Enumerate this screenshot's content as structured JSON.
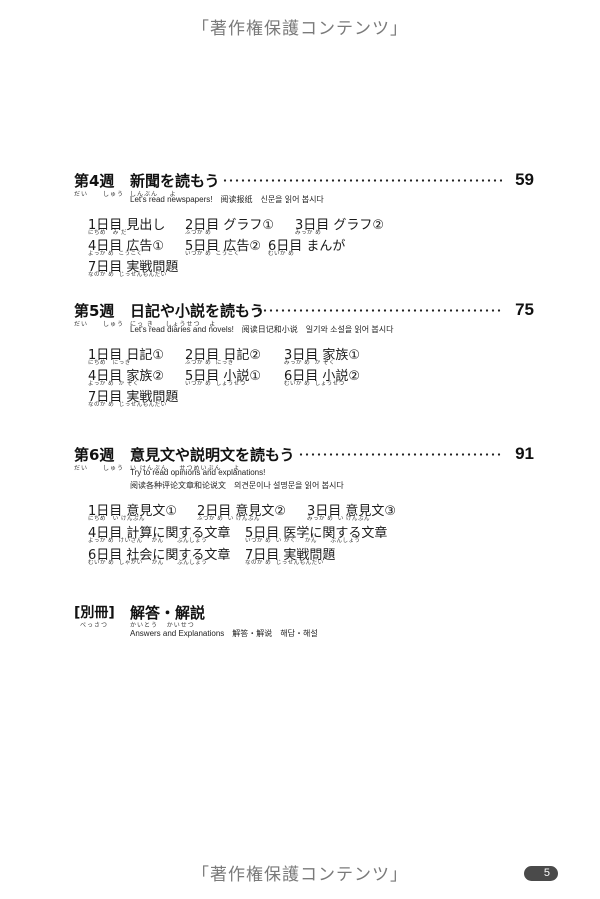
{
  "watermark": "「著作権保護コンテンツ」",
  "page_number": "5",
  "weeks": [
    {
      "label": "第4週",
      "label_ruby": [
        "だい",
        "しゅう"
      ],
      "title": "新聞を読もう",
      "title_ruby": "しんぶん    よ",
      "page": "59",
      "subtitle_lines": [
        "Let's read newspapers!　阅读报纸　신문을 읽어 봅시다"
      ],
      "days": [
        {
          "label": "1日目 見出し",
          "ruby": "にちめ   み だ"
        },
        {
          "label": "2日目 グラフ①",
          "ruby": "ふつか め"
        },
        {
          "label": "3日目 グラフ②",
          "ruby": "みっか め"
        },
        {
          "label": "4日目 広告①",
          "ruby": "よっか め  こうこく"
        },
        {
          "label": "5日目 広告②",
          "ruby": "いつか め  こうこく"
        },
        {
          "label": "6日目 まんが",
          "ruby": "むいか め"
        },
        {
          "label": "7日目 実戦問題",
          "ruby": "なのか め  じっせんもんだい"
        }
      ]
    },
    {
      "label": "第5週",
      "label_ruby": [
        "だい",
        "しゅう"
      ],
      "title": "日記や小説を読もう",
      "title_ruby": "にっ き    しょうせつ   よ",
      "page": "75",
      "subtitle_lines": [
        "Let's read diaries and novels!　阅读日记和小说　일기와 소설을 읽어 봅시다"
      ],
      "days": [
        {
          "label": "1日目 日記①",
          "ruby": "にちめ   にっき"
        },
        {
          "label": "2日目 日記②",
          "ruby": "ふつか め  にっき"
        },
        {
          "label": "3日目 家族①",
          "ruby": "みっか め  か ぞく"
        },
        {
          "label": "4日目 家族②",
          "ruby": "よっか め  か ぞく"
        },
        {
          "label": "5日目 小説①",
          "ruby": "いつか め  しょうせつ"
        },
        {
          "label": "6日目 小説②",
          "ruby": "むいか め  しょうせつ"
        },
        {
          "label": "7日目 実戦問題",
          "ruby": "なのか め  じっせんもんだい"
        }
      ]
    },
    {
      "label": "第6週",
      "label_ruby": [
        "だい",
        "しゅう"
      ],
      "title": "意見文や説明文を読もう",
      "title_ruby": "い けんぶん    せつめいぶん    よ",
      "page": "91",
      "subtitle_lines": [
        "Try to read opinions and explanations!",
        "阅读各种评论文章和论说文　의견문이나 설명문을 읽어 봅시다"
      ],
      "days": [
        {
          "label": "1日目 意見文①",
          "ruby": "にちめ   い けんぶん"
        },
        {
          "label": "2日目 意見文②",
          "ruby": "ふつか め  い けんぶん"
        },
        {
          "label": "3日目 意見文③",
          "ruby": "みっか め  い けんぶん"
        },
        {
          "label": "4日目 計算に関する文章",
          "ruby": "よっか め  けいさん    かん      ぶんしょう"
        },
        {
          "label": "5日目 医学に関する文章",
          "ruby": "いつか め  い がく    かん      ぶんしょう"
        },
        {
          "label": "6日目 社会に関する文章",
          "ruby": "むいか め  しゃかい    かん      ぶんしょう"
        },
        {
          "label": "7日目 実戦問題",
          "ruby": "なのか め  じっせんもんだい"
        }
      ]
    }
  ],
  "appendix": {
    "tag": "[別冊]",
    "tag_ruby": "べっさつ",
    "title": "解答・解説",
    "title_ruby": "かいとう   かいせつ",
    "subtitle": "Answers and Explanations　解答・解说　해답・해설"
  }
}
